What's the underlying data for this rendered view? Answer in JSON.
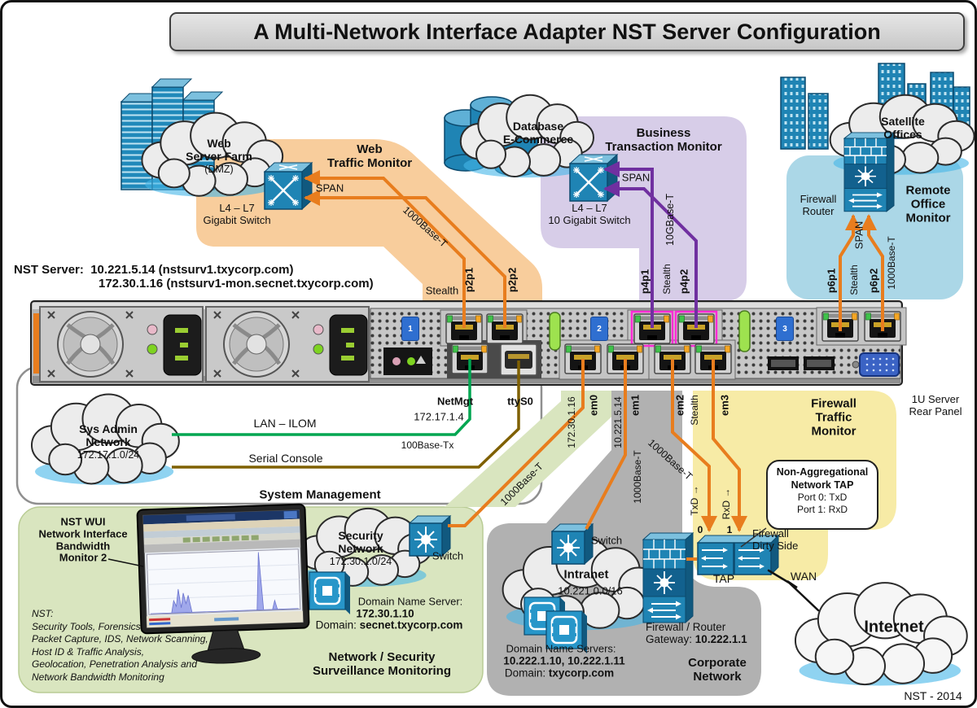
{
  "title": "A Multi-Network Interface Adapter NST Server Configuration",
  "footer": "NST - 2014",
  "nst": {
    "label": "NST Server:",
    "line1": "10.221.5.14 (nstsurv1.txycorp.com)",
    "line2": "172.30.1.16 (nstsurv1-mon.secnet.txycorp.com)"
  },
  "rear": {
    "line1": "1U Server",
    "line2": "Rear Panel",
    "pcie": [
      "1",
      "2",
      "3"
    ]
  },
  "web": {
    "cloud1": "Web",
    "cloud2": "Server Farm",
    "cloud3": "(DMZ)",
    "sw1": "L4 – L7",
    "sw2": "Gigabit Switch",
    "mon1": "Web",
    "mon2": "Traffic Monitor",
    "span": "SPAN",
    "media": "1000Base-T",
    "stealth": "Stealth",
    "p1": "p2p1",
    "p2": "p2p2"
  },
  "biz": {
    "cloud1": "Database",
    "cloud2": "E-Commerce",
    "sw1": "L4 – L7",
    "sw2": "10 Gigabit Switch",
    "mon1": "Business",
    "mon2": "Transaction Monitor",
    "span": "SPAN",
    "media": "10GBase-T",
    "stealth": "Stealth",
    "p1": "p4p1",
    "p2": "p4p2"
  },
  "remote": {
    "cloud1": "Satellite",
    "cloud2": "Offices",
    "dev1": "Firewall",
    "dev2": "Router",
    "mon1": "Remote",
    "mon2": "Office",
    "mon3": "Monitor",
    "span": "SPAN",
    "stealth": "Stealth",
    "media": "1000Base-T",
    "p1": "p6p1",
    "p2": "p6p2"
  },
  "sys": {
    "cloud1": "Sys Admin",
    "cloud2": "Network",
    "cloud3": "172.17.1.0/24",
    "lan": "LAN – ILOM",
    "serial": "Serial Console",
    "media": "100Base-Tx",
    "netmgt": "NetMgt",
    "netmgt_ip": "172.17.1.4",
    "ttys": "ttyS0",
    "title": "System Management"
  },
  "sec": {
    "ip": "172.30.1.16",
    "port": "em0",
    "media": "1000Base-T",
    "switch": "Switch",
    "cloud1": "Security",
    "cloud2": "Network",
    "cloud3": "172.30.1.0/24",
    "dns1": "Domain Name Server:",
    "dns2": "172.30.1.10",
    "dom_label": "Domain:",
    "dom": "secnet.txycorp.com",
    "wui1": "NST WUI",
    "wui2": "Network Interface",
    "wui3": "Bandwidth",
    "wui4": "Monitor 2",
    "note1": "NST:",
    "note2": "Security Tools, Forensics,",
    "note3": "Packet Capture, IDS, Network Scanning,",
    "note4": "Host ID & Traffic Analysis,",
    "note5": "Geolocation, Penetration Analysis and",
    "note6": "Network Bandwidth Monitoring",
    "title1": "Network / Security",
    "title2": "Surveillance Monitoring"
  },
  "corp": {
    "ip": "10.221.5.14",
    "port": "em1",
    "media": "1000Base-T",
    "switch": "Switch",
    "cloud1": "Intranet",
    "cloud2": "10.221.0.0/16",
    "dns1": "Domain Name Servers:",
    "dns2": "10.222.1.10, 10.222.1.11",
    "dom_label": "Domain:",
    "dom": "txycorp.com",
    "fw": "Firewall / Router",
    "gw_label": "Gateway:",
    "gw_ip": "10.222.1.1",
    "title1": "Corporate",
    "title2": "Network"
  },
  "fwmon": {
    "p1": "em2",
    "stealth": "Stealth",
    "p2": "em3",
    "media": "1000Base-T",
    "title1": "Firewall",
    "title2": "Traffic",
    "title3": "Monitor",
    "box1": "Non-Aggregational",
    "box2": "Network TAP",
    "box3": "Port 0: TxD",
    "box4": "Port 1: RxD",
    "txd": "TxD →",
    "rxd": "RxD →",
    "n0": "0",
    "n1": "1",
    "dirty1": "Firewall",
    "dirty2": "Dirty Side",
    "tap": "TAP",
    "wan": "WAN"
  },
  "internet": "Internet",
  "colors": {
    "orange_line": "#e87d1e",
    "purple_line": "#7030a0",
    "green_line": "#00a651",
    "serial_line": "#7f6000",
    "band_orange": "#f8cd9c",
    "band_purple": "#d7cde8",
    "band_blue": "#abd7e7",
    "band_green": "#d9e5bf",
    "band_gray": "#b1b1b1",
    "band_yellow": "#f7eba6",
    "device_blue": "#1f84b4",
    "port_highlight": "#ff2bd6"
  }
}
